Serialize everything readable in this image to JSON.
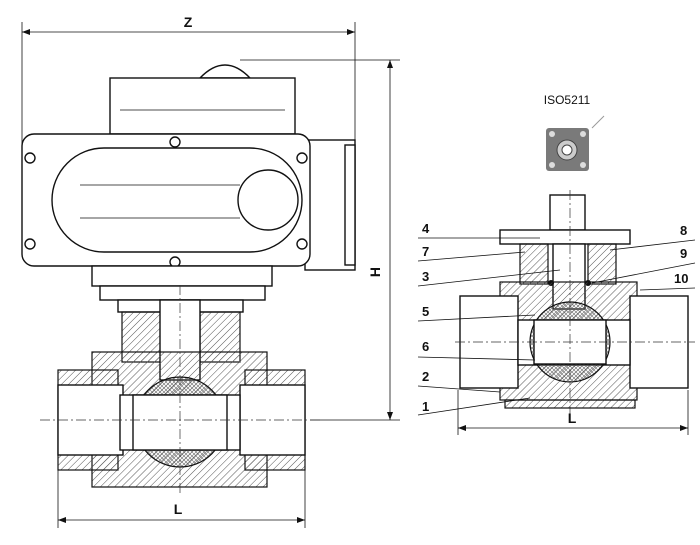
{
  "left_view": {
    "dimension_width_label": "Z",
    "dimension_height_label": "H",
    "dimension_length_label": "L"
  },
  "right_view": {
    "standard_label": "ISO5211",
    "dimension_length_label": "L",
    "part_callouts_left": [
      "4",
      "7",
      "3",
      "5",
      "6",
      "2",
      "1"
    ],
    "part_callouts_right": [
      "8",
      "9",
      "10"
    ]
  }
}
